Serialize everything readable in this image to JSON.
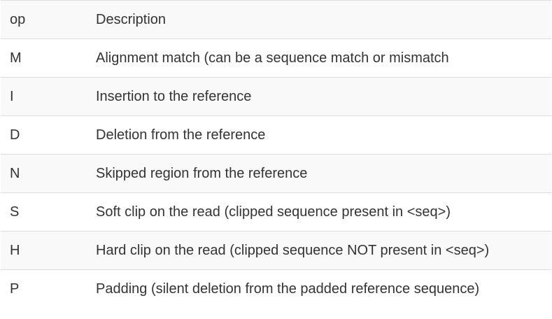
{
  "table": {
    "headers": [
      "op",
      "Description"
    ],
    "rows": [
      {
        "op": "M",
        "description": "Alignment match (can be a sequence match or mismatch"
      },
      {
        "op": "I",
        "description": "Insertion to the reference"
      },
      {
        "op": "D",
        "description": "Deletion from the reference"
      },
      {
        "op": "N",
        "description": "Skipped region from the reference"
      },
      {
        "op": "S",
        "description": "Soft clip on the read (clipped sequence present in <seq>)"
      },
      {
        "op": "H",
        "description": "Hard clip on the read (clipped sequence NOT present in <seq>)"
      },
      {
        "op": "P",
        "description": "Padding (silent deletion from the padded reference sequence)"
      }
    ]
  }
}
